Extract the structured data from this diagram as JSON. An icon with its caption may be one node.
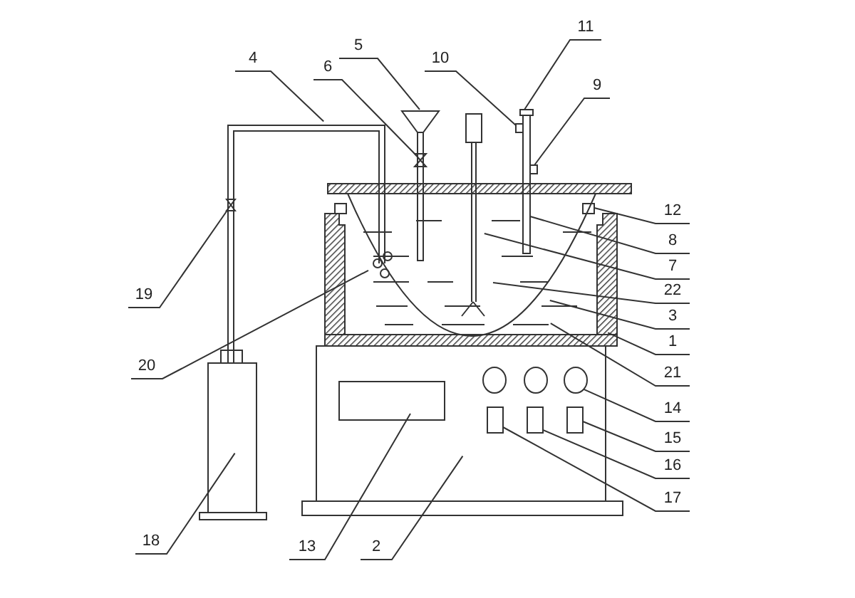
{
  "diagram": {
    "nodes": [
      {
        "text": [
          "11"
        ]
      },
      {
        "text": [
          "5"
        ]
      },
      {
        "text": [
          "10"
        ]
      },
      {
        "text": [
          "4"
        ]
      },
      {
        "text": [
          "6"
        ]
      },
      {
        "text": [
          "9"
        ]
      },
      {
        "text": [
          "12"
        ]
      },
      {
        "text": [
          "8"
        ]
      },
      {
        "text": [
          "7"
        ]
      },
      {
        "text": [
          "22"
        ]
      },
      {
        "text": [
          "19"
        ]
      },
      {
        "text": [
          "3"
        ]
      },
      {
        "text": [
          "1"
        ]
      },
      {
        "text": [
          "20"
        ]
      },
      {
        "text": [
          "21"
        ]
      },
      {
        "text": [
          "14"
        ]
      },
      {
        "text": [
          "15"
        ]
      },
      {
        "text": [
          "16"
        ]
      },
      {
        "text": [
          "17"
        ]
      },
      {
        "text": [
          "18"
        ]
      },
      {
        "text": [
          "13"
        ]
      },
      {
        "text": [
          "2"
        ]
      },
      {
        "text": [],
        "shape": "box"
      },
      {
        "text": [],
        "shape": "box"
      },
      {
        "text": [],
        "shape": "valve"
      },
      {
        "text": [],
        "shape": "box"
      },
      {
        "text": [],
        "shape": "box"
      },
      {
        "text": [],
        "shape": "valve"
      },
      {
        "text": [],
        "shape": "circle"
      },
      {
        "text": [],
        "shape": "box"
      },
      {
        "text": [],
        "shape": "box"
      },
      {
        "text": [],
        "shape": "box"
      }
    ],
    "edges": [
      {
        "from": 0,
        "to": 22,
        "arrow": "none"
      },
      {
        "from": 1,
        "to": null,
        "arrow": "none"
      },
      {
        "from": 2,
        "to": 23,
        "arrow": "none"
      },
      {
        "from": 3,
        "to": null,
        "arrow": "none"
      },
      {
        "from": 4,
        "to": 24,
        "arrow": "none"
      },
      {
        "from": 5,
        "to": 25,
        "arrow": "none"
      },
      {
        "from": 6,
        "to": 26,
        "arrow": "none"
      },
      {
        "from": 7,
        "to": 22,
        "arrow": "none"
      },
      {
        "from": 8,
        "to": null,
        "arrow": "none"
      },
      {
        "from": 9,
        "to": null,
        "arrow": "none"
      },
      {
        "from": 10,
        "to": 27,
        "arrow": "none"
      },
      {
        "from": 11,
        "to": null,
        "arrow": "none"
      },
      {
        "from": 12,
        "to": null,
        "arrow": "none"
      },
      {
        "from": 13,
        "to": null,
        "arrow": "none"
      },
      {
        "from": 14,
        "to": null,
        "arrow": "none"
      },
      {
        "from": 15,
        "to": 28,
        "arrow": "none"
      },
      {
        "from": 16,
        "to": 31,
        "arrow": "none"
      },
      {
        "from": 17,
        "to": 30,
        "arrow": "none"
      },
      {
        "from": 18,
        "to": 29,
        "arrow": "none"
      },
      {
        "from": 19,
        "to": null,
        "arrow": "none"
      },
      {
        "from": 20,
        "to": null,
        "arrow": "none"
      },
      {
        "from": 21,
        "to": null,
        "arrow": "none"
      }
    ]
  }
}
